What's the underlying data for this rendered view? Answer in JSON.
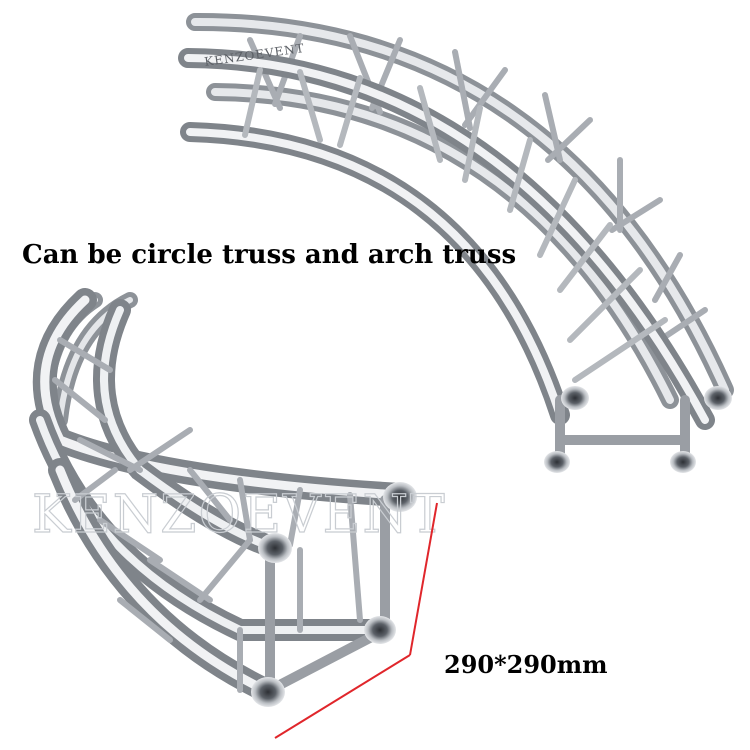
{
  "headline": "Can be circle truss and arch truss",
  "dimension_label": "290*290mm",
  "watermark": "KENZOEVENT",
  "colors": {
    "background": "#ffffff",
    "aluminum_light": "#eef0f2",
    "aluminum_dark": "#8d9298",
    "measure_line": "#e0262b"
  }
}
